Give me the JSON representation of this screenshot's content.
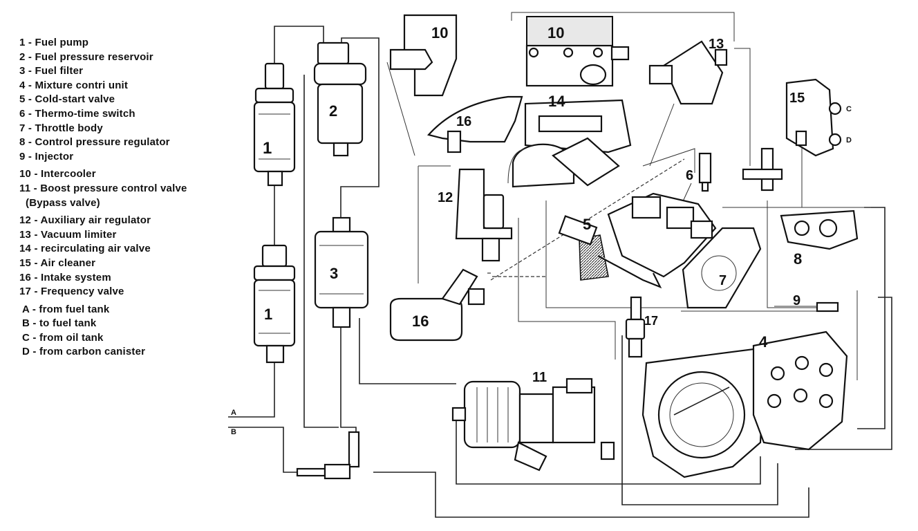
{
  "legend": [
    {
      "key": "1",
      "text": "Fuel pump"
    },
    {
      "key": "2",
      "text": "Fuel pressure reservoir"
    },
    {
      "key": "3",
      "text": "Fuel filter"
    },
    {
      "key": "4",
      "text": "Mixture contri unit"
    },
    {
      "key": "5",
      "text": "Cold-start valve"
    },
    {
      "key": "6",
      "text": "Thermo-time switch"
    },
    {
      "key": "7",
      "text": "Throttle body"
    },
    {
      "key": "8",
      "text": "Control pressure regulator"
    },
    {
      "key": "9",
      "text": "Injector"
    },
    {
      "key": "10",
      "text": "Intercooler"
    },
    {
      "key": "11",
      "text": "Boost pressure control valve"
    },
    {
      "key": "",
      "text": "(Bypass valve)"
    },
    {
      "key": "12",
      "text": "Auxiliary air regulator"
    },
    {
      "key": "13",
      "text": "Vacuum limiter"
    },
    {
      "key": "14",
      "text": "recirculating air valve"
    },
    {
      "key": "15",
      "text": "Air cleaner"
    },
    {
      "key": "16",
      "text": "Intake system"
    },
    {
      "key": "17",
      "text": "Frequency valve"
    },
    {
      "key": "A",
      "text": "from fuel tank"
    },
    {
      "key": "B",
      "text": "to fuel tank"
    },
    {
      "key": "C",
      "text": "from oil tank"
    },
    {
      "key": "D",
      "text": "from carbon canister"
    }
  ],
  "diagram_labels": {
    "fuel_pump_upper": "1",
    "fuel_pump_lower": "1",
    "reservoir": "2",
    "filter": "3",
    "mixture_unit": "4",
    "cold_start_valve": "5",
    "thermo_switch": "6",
    "throttle_body": "7",
    "control_pressure_regulator": "8",
    "injector": "9",
    "intercooler_left": "10",
    "intercooler_right": "10",
    "bypass_valve": "11",
    "aux_air_regulator": "12",
    "vacuum_limiter": "13",
    "recirc_air_valve": "14",
    "air_cleaner": "15",
    "intake_upper": "16",
    "intake_lower": "16",
    "frequency_valve": "17",
    "port_a": "A",
    "port_b": "B",
    "port_c": "C",
    "port_d": "D"
  }
}
